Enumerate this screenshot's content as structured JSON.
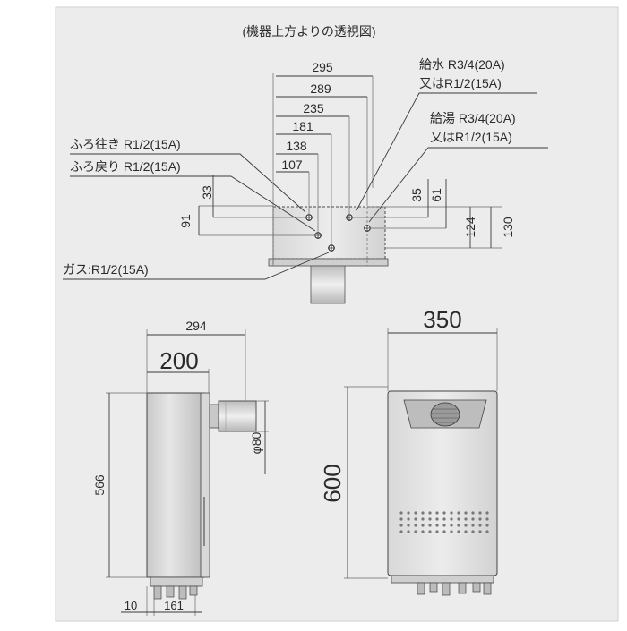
{
  "top_view": {
    "title": "(機器上方よりの透視図)",
    "dims_horizontal": [
      "295",
      "289",
      "235",
      "181",
      "138",
      "107"
    ],
    "dims_left_vertical": [
      "33",
      "91"
    ],
    "dims_right_vertical": [
      "35",
      "61",
      "124",
      "130"
    ],
    "labels": {
      "water_supply_1": "給水 R3/4(20A)",
      "water_supply_2": "又はR1/2(15A)",
      "hot_supply_1": "給湯 R3/4(20A)",
      "hot_supply_2": "又はR1/2(15A)",
      "bath_out": "ふろ往き R1/2(15A)",
      "bath_return": "ふろ戻り R1/2(15A)",
      "gas": "ガス:R1/2(15A)"
    }
  },
  "side_view": {
    "dim_total_width": "294",
    "dim_body_width": "200",
    "dim_height": "566",
    "dim_pipe_diameter": "φ80",
    "dim_bottom_left": "10",
    "dim_bottom_right": "161"
  },
  "front_view": {
    "dim_width": "350",
    "dim_height": "600"
  }
}
